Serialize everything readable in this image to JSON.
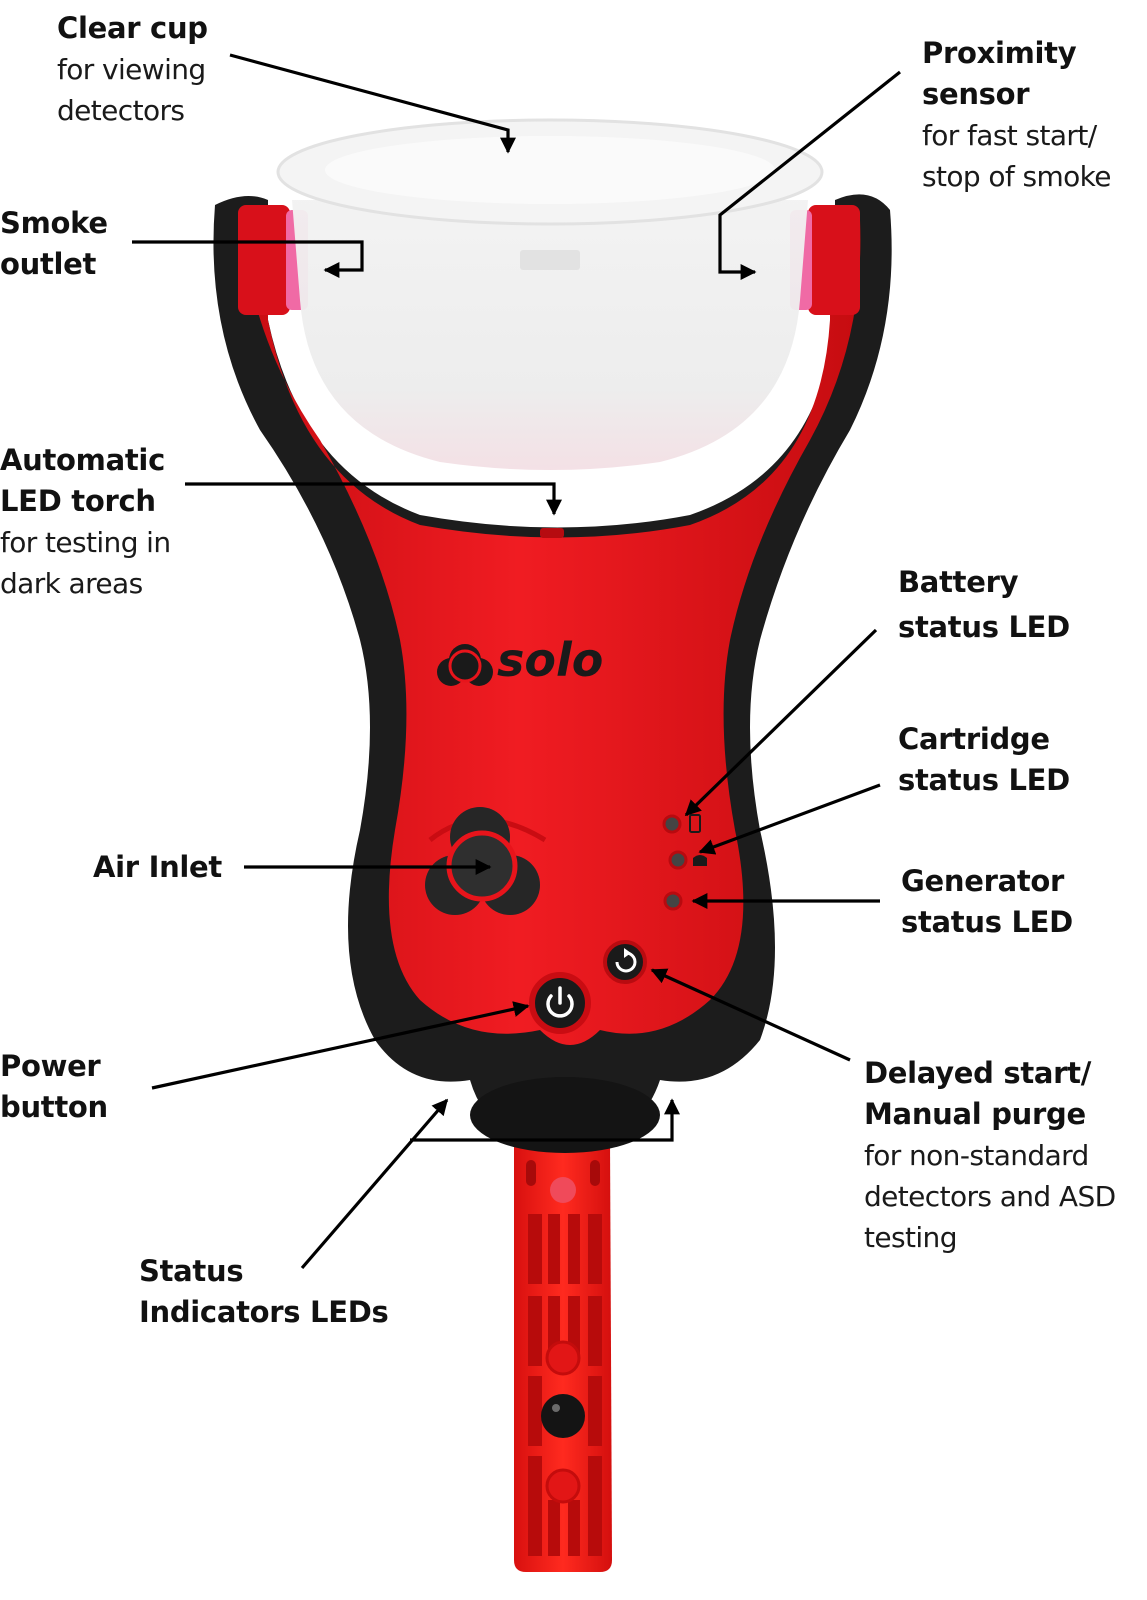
{
  "diagram": {
    "subject": "Solo smoke detector tester",
    "brand_logo_text": "solo",
    "colors": {
      "body_red": "#e8141b",
      "grip_black": "#1a1a1a",
      "cup_clear": "#eeeeee",
      "pink_ring": "#f070a8",
      "leader_line": "#000000",
      "background": "#ffffff"
    },
    "callouts": [
      {
        "id": "clear-cup",
        "title": "Clear cup",
        "description": "for viewing detectors",
        "lines": [
          "Clear cup",
          "for viewing",
          "detectors"
        ],
        "side": "left"
      },
      {
        "id": "proximity-sensor",
        "title": "Proximity sensor",
        "description": "for fast start/ stop of smoke",
        "lines": [
          "Proximity",
          "sensor",
          "for fast start/",
          "stop of smoke"
        ],
        "side": "right"
      },
      {
        "id": "smoke-outlet",
        "title": "Smoke outlet",
        "description": "",
        "lines": [
          "Smoke",
          "outlet"
        ],
        "side": "left"
      },
      {
        "id": "led-torch",
        "title": "Automatic LED torch",
        "description": "for testing in dark areas",
        "lines": [
          "Automatic",
          "LED torch",
          "for testing in",
          "dark areas"
        ],
        "side": "left"
      },
      {
        "id": "battery-led",
        "title": "Battery status LED",
        "description": "",
        "lines": [
          "Battery",
          "status LED"
        ],
        "side": "right"
      },
      {
        "id": "cartridge-led",
        "title": "Cartridge status LED",
        "description": "",
        "lines": [
          "Cartridge",
          "status LED"
        ],
        "side": "right"
      },
      {
        "id": "air-inlet",
        "title": "Air Inlet",
        "description": "",
        "lines": [
          "Air Inlet"
        ],
        "side": "left"
      },
      {
        "id": "generator-led",
        "title": "Generator status LED",
        "description": "",
        "lines": [
          "Generator",
          "status LED"
        ],
        "side": "right"
      },
      {
        "id": "power-button",
        "title": "Power button",
        "description": "",
        "lines": [
          "Power",
          "button"
        ],
        "side": "left"
      },
      {
        "id": "delayed-start",
        "title": "Delayed start/ Manual purge",
        "description": "for non-standard detectors and ASD testing",
        "lines": [
          "Delayed start/",
          "Manual purge",
          "for non-standard",
          "detectors and ASD",
          "testing"
        ],
        "side": "right"
      },
      {
        "id": "status-indicators",
        "title": "Status Indicators LEDs",
        "description": "",
        "lines": [
          "Status",
          "Indicators LEDs"
        ],
        "side": "left"
      }
    ]
  }
}
